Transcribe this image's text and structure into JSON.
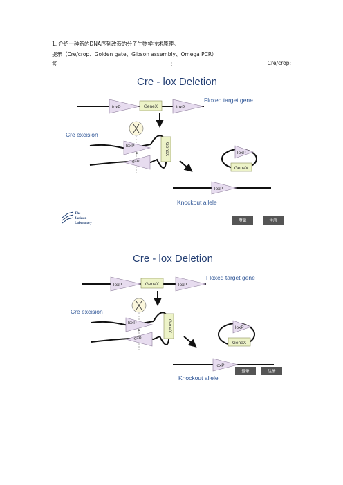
{
  "question": "1.   介绍一种新的DNA序列改造的分子生物学技术原理。",
  "hint": "提示（Cre/crop、Golden gate、Gibson assembly、Omega PCR）",
  "answer": {
    "label": "答",
    "colon": "：",
    "right": "Cre/crop:"
  },
  "figures": [
    {
      "title": "Cre - lox Deletion",
      "floxed_label": "Floxed target gene",
      "excision_label": "Cre excision",
      "loxp": "loxP",
      "genex": "GeneX",
      "x_mark": "X",
      "knockout_label": "Knockout allele",
      "logo_text": [
        "The",
        "Jackson",
        "Laboratory"
      ],
      "login": "登录",
      "register": "注册"
    },
    {
      "title": "Cre - lox Deletion",
      "floxed_label": "Floxed target gene",
      "excision_label": "Cre excision",
      "loxp": "loxP",
      "genex": "GeneX",
      "x_mark": "X",
      "knockout_label": "Knockout allele",
      "login": "登录",
      "register": "注册"
    }
  ],
  "colors": {
    "title": "#243f73",
    "label_blue": "#2e5596",
    "loxp_fill": "#e7dcef",
    "loxp_stroke": "#8a7a98",
    "genex_fill": "#edf3c8",
    "genex_stroke": "#8a8f5a",
    "button": "#555555"
  }
}
